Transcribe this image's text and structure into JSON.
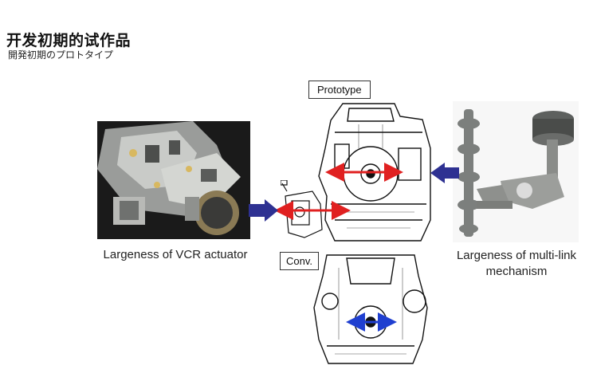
{
  "slide": {
    "title_cn": "开发初期的试作品",
    "title_jp": "開発初期のプロトタイプ"
  },
  "labels": {
    "prototype": "Prototype",
    "conv": "Conv."
  },
  "captions": {
    "vcr": "Largeness of VCR actuator",
    "multilink_line1": "Largeness of multi-link",
    "multilink_line2": "mechanism"
  },
  "colors": {
    "arrow_red": "#e02020",
    "arrow_blue_dark": "#2e3192",
    "arrow_blue": "#1f3fd0"
  }
}
